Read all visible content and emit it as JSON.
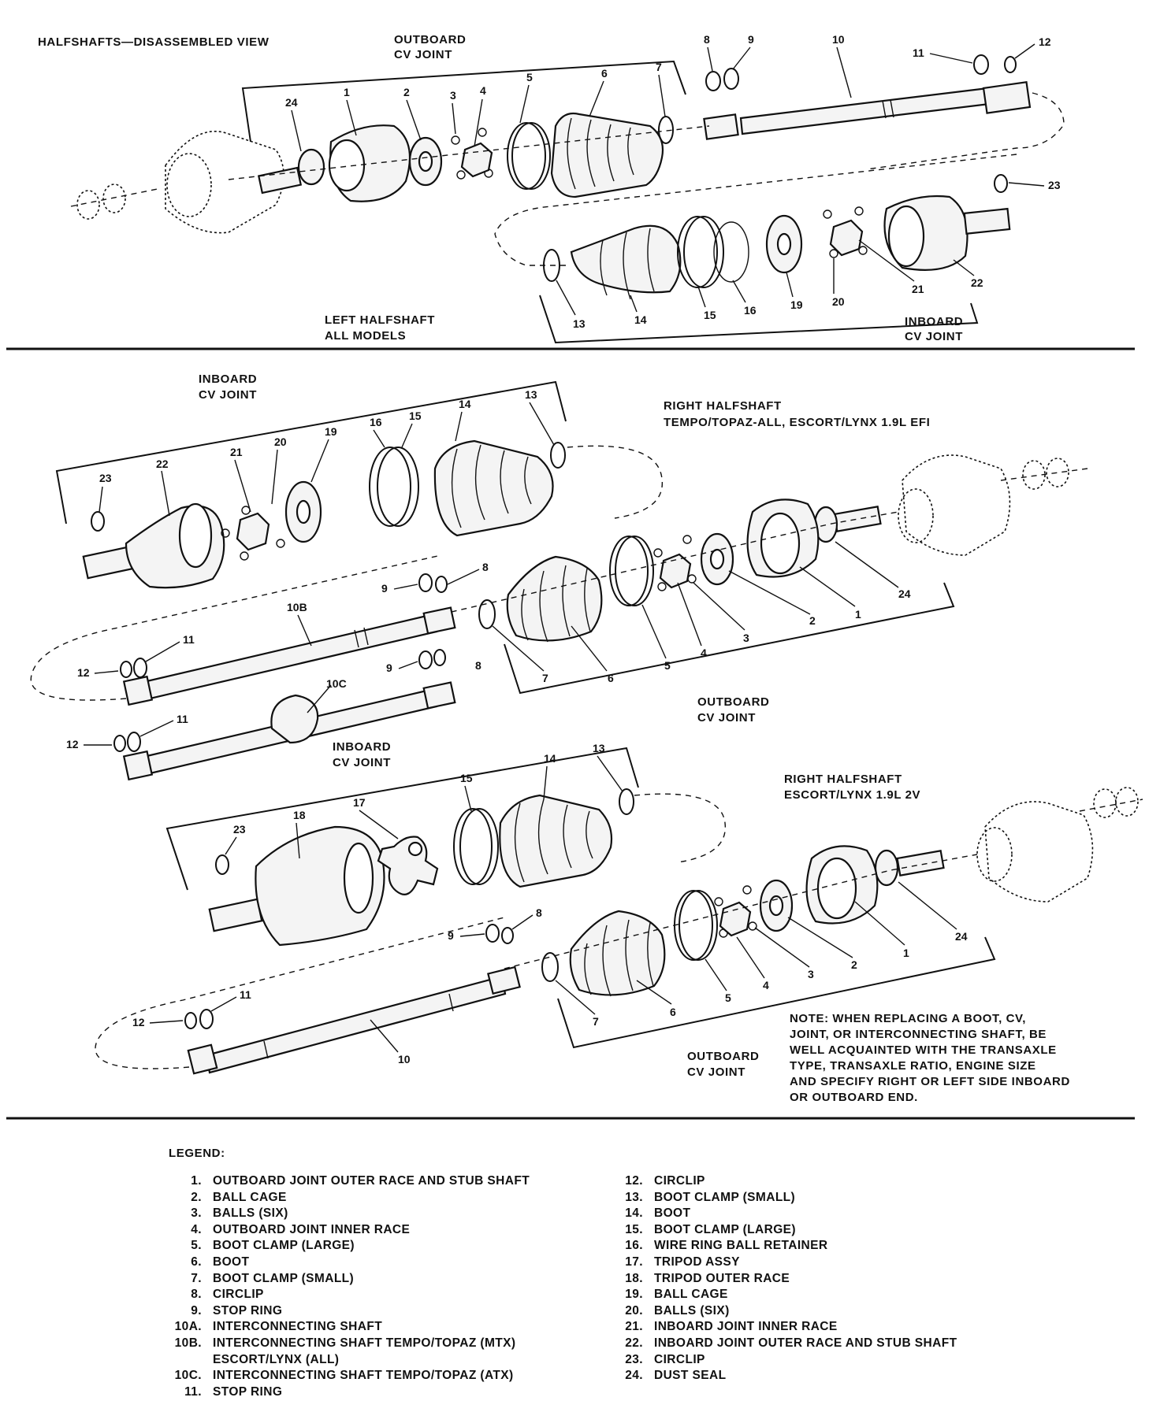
{
  "diagram": {
    "title": "HALFSHAFTS—DISASSEMBLED VIEW",
    "section_left": {
      "caption_line1": "LEFT HALFSHAFT",
      "caption_line2": "ALL MODELS",
      "outboard_line1": "OUTBOARD",
      "outboard_line2": "CV JOINT",
      "inboard_line1": "INBOARD",
      "inboard_line2": "CV JOINT",
      "callouts": {
        "c24": "24",
        "c1": "1",
        "c2": "2",
        "c3": "3",
        "c4": "4",
        "c5": "5",
        "c6": "6",
        "c7": "7",
        "c8": "8",
        "c9": "9",
        "c10": "10",
        "c11": "11",
        "c12": "12",
        "c23": "23",
        "c13": "13",
        "c14": "14",
        "c15": "15",
        "c16": "16",
        "c19": "19",
        "c20": "20",
        "c21": "21",
        "c22": "22"
      }
    },
    "section_right_efi": {
      "caption_line1": "RIGHT HALFSHAFT",
      "caption_line2": "TEMPO/TOPAZ-ALL, ESCORT/LYNX 1.9L EFI",
      "inboard_line1": "INBOARD",
      "inboard_line2": "CV JOINT",
      "outboard_line1": "OUTBOARD",
      "outboard_line2": "CV JOINT",
      "inboard2_line1": "INBOARD",
      "inboard2_line2": "CV JOINT",
      "callouts": {
        "c23": "23",
        "c22": "22",
        "c21": "21",
        "c20": "20",
        "c19": "19",
        "c16": "16",
        "c15": "15",
        "c14": "14",
        "c13": "13",
        "c10b": "10B",
        "c11a": "11",
        "c12a": "12",
        "c9a": "9",
        "c8a": "8",
        "c10c": "10C",
        "c11b": "11",
        "c12b": "12",
        "c9b": "9",
        "c8b": "8",
        "c7": "7",
        "c6": "6",
        "c5": "5",
        "c4": "4",
        "c3": "3",
        "c2": "2",
        "c1": "1",
        "c24": "24"
      }
    },
    "section_right_2v": {
      "caption_line1": "RIGHT HALFSHAFT",
      "caption_line2": "ESCORT/LYNX 1.9L 2V",
      "outboard_line1": "OUTBOARD",
      "outboard_line2": "CV JOINT",
      "callouts": {
        "c23": "23",
        "c18": "18",
        "c17": "17",
        "c15": "15",
        "c14": "14",
        "c13": "13",
        "c9": "9",
        "c8": "8",
        "c12": "12",
        "c11": "11",
        "c10": "10",
        "c7": "7",
        "c6": "6",
        "c5": "5",
        "c4": "4",
        "c3": "3",
        "c2": "2",
        "c1": "1",
        "c24": "24"
      },
      "note_lines": [
        "NOTE: WHEN REPLACING A BOOT, CV,",
        "JOINT, OR INTERCONNECTING SHAFT, BE",
        "WELL ACQUAINTED WITH THE TRANSAXLE",
        "TYPE, TRANSAXLE RATIO, ENGINE SIZE",
        "AND SPECIFY RIGHT OR LEFT SIDE INBOARD",
        "OR OUTBOARD END."
      ]
    }
  },
  "legend": {
    "title": "LEGEND:",
    "col1": [
      {
        "n": "1.",
        "t": "OUTBOARD JOINT OUTER RACE AND STUB SHAFT"
      },
      {
        "n": "2.",
        "t": "BALL CAGE"
      },
      {
        "n": "3.",
        "t": "BALLS (SIX)"
      },
      {
        "n": "4.",
        "t": "OUTBOARD JOINT INNER RACE"
      },
      {
        "n": "5.",
        "t": "BOOT CLAMP (LARGE)"
      },
      {
        "n": "6.",
        "t": "BOOT"
      },
      {
        "n": "7.",
        "t": "BOOT CLAMP (SMALL)"
      },
      {
        "n": "8.",
        "t": "CIRCLIP"
      },
      {
        "n": "9.",
        "t": "STOP RING"
      },
      {
        "n": "10A.",
        "t": "INTERCONNECTING SHAFT"
      },
      {
        "n": "10B.",
        "t": "INTERCONNECTING SHAFT TEMPO/TOPAZ (MTX)"
      },
      {
        "n": "",
        "t": "ESCORT/LYNX (ALL)"
      },
      {
        "n": "10C.",
        "t": "INTERCONNECTING SHAFT TEMPO/TOPAZ (ATX)"
      },
      {
        "n": "11.",
        "t": "STOP RING"
      }
    ],
    "col2": [
      {
        "n": "12.",
        "t": "CIRCLIP"
      },
      {
        "n": "13.",
        "t": "BOOT CLAMP (SMALL)"
      },
      {
        "n": "14.",
        "t": "BOOT"
      },
      {
        "n": "15.",
        "t": "BOOT CLAMP (LARGE)"
      },
      {
        "n": "16.",
        "t": "WIRE RING BALL RETAINER"
      },
      {
        "n": "17.",
        "t": "TRIPOD ASSY"
      },
      {
        "n": "18.",
        "t": "TRIPOD OUTER RACE"
      },
      {
        "n": "19.",
        "t": "BALL CAGE"
      },
      {
        "n": "20.",
        "t": "BALLS (SIX)"
      },
      {
        "n": "21.",
        "t": "INBOARD JOINT INNER RACE"
      },
      {
        "n": "22.",
        "t": "INBOARD JOINT OUTER RACE AND STUB SHAFT"
      },
      {
        "n": "23.",
        "t": "CIRCLIP"
      },
      {
        "n": "24.",
        "t": "DUST SEAL"
      }
    ]
  }
}
